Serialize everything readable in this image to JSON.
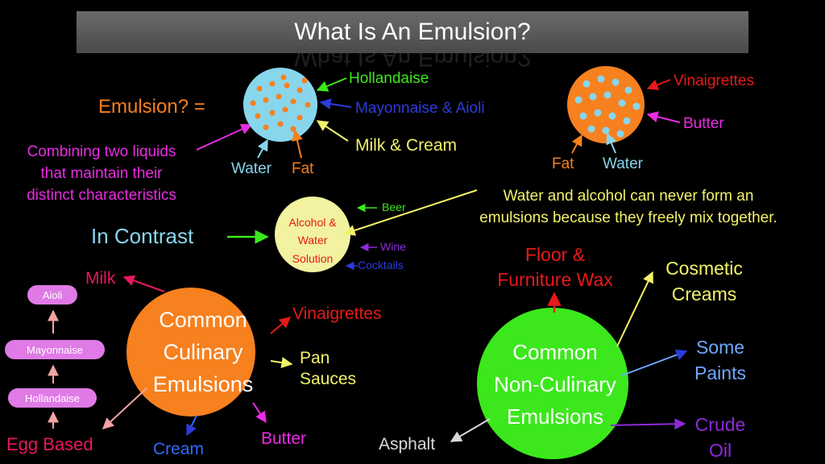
{
  "title": "What Is An Emulsion?",
  "colors": {
    "background": "#000000",
    "orange": "#f7801f",
    "light_blue": "#88d6ec",
    "green": "#3ce81c",
    "yellow": "#f2f26a",
    "lavender": "#e07ae6",
    "magenta": "#ea2be4",
    "red": "#e81919",
    "blue": "#2d3bdb",
    "purple": "#8e2ad8",
    "gray": "#d8d8d8"
  },
  "definition": {
    "label": "Emulsion? =",
    "description_lines": [
      "Combining two liquids",
      "that maintain their",
      "distinct characteristics"
    ]
  },
  "oil_in_water": {
    "examples": [
      "Hollandaise",
      "Mayonnaise & Aioli",
      "Milk & Cream"
    ],
    "water_label": "Water",
    "fat_label": "Fat"
  },
  "water_in_oil": {
    "examples": [
      "Vinaigrettes",
      "Butter"
    ],
    "fat_label": "Fat",
    "water_label": "Water"
  },
  "contrast": {
    "label": "In Contrast",
    "solution_lines": [
      "Alcohol &",
      "Water",
      "Solution"
    ],
    "examples": [
      "Beer",
      "Wine",
      "Cocktails"
    ],
    "note_lines": [
      "Water and alcohol can never form an",
      "emulsions because they freely mix together."
    ]
  },
  "culinary": {
    "title_lines": [
      "Common",
      "Culinary",
      "Emulsions"
    ],
    "items": [
      "Milk",
      "Vinaigrettes",
      "Pan",
      "Sauces",
      "Butter",
      "Cream",
      "Egg Based"
    ],
    "egg_chain": [
      "Hollandaise",
      "Mayonnaise",
      "Aioli"
    ]
  },
  "non_culinary": {
    "title_lines": [
      "Common",
      "Non-Culinary",
      "Emulsions"
    ],
    "items": [
      "Floor &",
      "Furniture Wax",
      "Cosmetic",
      "Creams",
      "Some",
      "Paints",
      "Crude",
      "Oil",
      "Asphalt"
    ]
  }
}
